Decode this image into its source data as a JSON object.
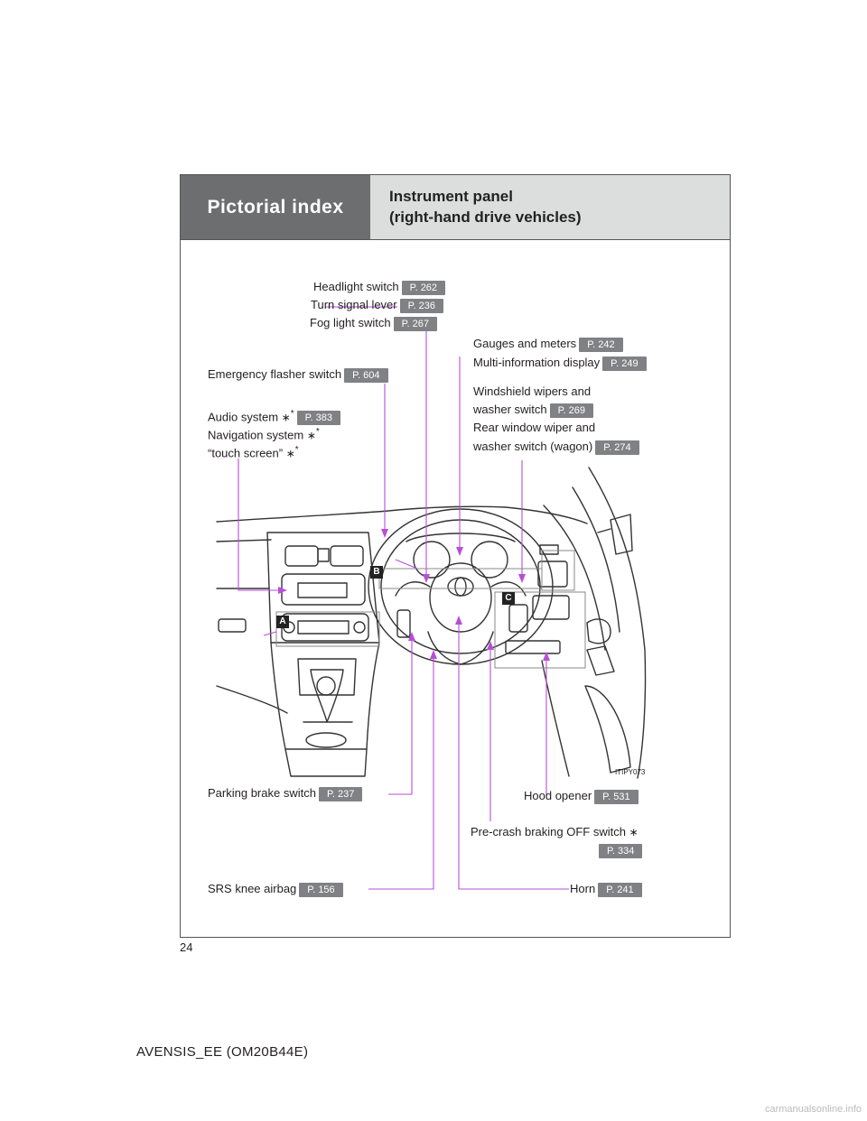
{
  "header": {
    "section": "Pictorial index",
    "title_line1": "Instrument panel",
    "title_line2": "(right-hand drive vehicles)"
  },
  "labels": {
    "headlight_switch": {
      "text": "Headlight switch",
      "page": "P. 262"
    },
    "turn_signal_lever": {
      "text": "Turn signal lever",
      "page": "P. 236"
    },
    "fog_light_switch": {
      "text": "Fog light switch",
      "page": "P. 267"
    },
    "gauges_meters": {
      "text": "Gauges and meters",
      "page": "P. 242"
    },
    "multi_info_display": {
      "text": "Multi-information display",
      "page": "P. 249"
    },
    "emergency_flasher": {
      "text": "Emergency flasher switch",
      "page": "P. 604"
    },
    "windshield_wipers_1": {
      "text": "Windshield wipers and"
    },
    "windshield_wipers_2": {
      "text": "washer switch",
      "page": "P. 269"
    },
    "rear_wiper_1": {
      "text": "Rear window wiper and"
    },
    "rear_wiper_2": {
      "text": "washer switch (wagon)",
      "page": "P. 274"
    },
    "audio_system": {
      "text": "Audio system",
      "star": "∗",
      "sup": "*",
      "page": "P. 383"
    },
    "navigation_system": {
      "text": "Navigation system",
      "star": "∗",
      "sup": "*"
    },
    "touch_screen": {
      "text": "“touch screen”",
      "star": "∗",
      "sup": "*"
    },
    "parking_brake": {
      "text": "Parking brake switch",
      "page": "P. 237"
    },
    "hood_opener": {
      "text": "Hood opener",
      "page": "P. 531"
    },
    "pre_crash": {
      "text": "Pre-crash braking OFF switch",
      "star": "∗",
      "page": "P. 334"
    },
    "srs_knee": {
      "text": "SRS knee airbag",
      "page": "P. 156"
    },
    "horn": {
      "text": "Horn",
      "page": "P. 241"
    }
  },
  "diagram": {
    "tags": [
      "A",
      "B",
      "C"
    ],
    "code": "ITIPY073",
    "leader_color": "#b94ed9"
  },
  "page_number": "24",
  "footer": "AVENSIS_EE (OM20B44E)",
  "watermark": "carmanualsonline.info"
}
